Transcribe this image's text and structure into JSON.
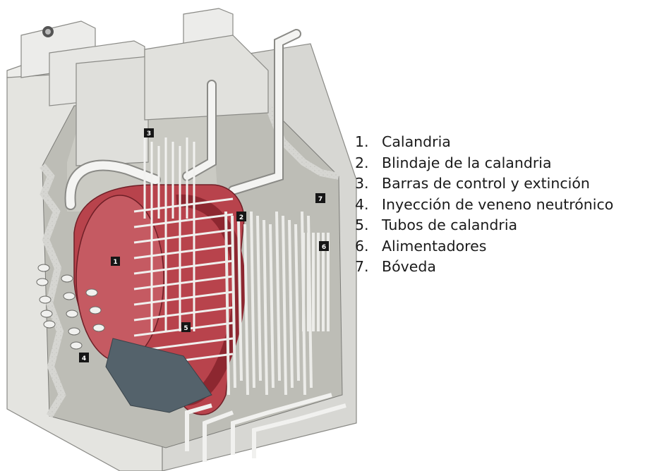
{
  "legend": {
    "items": [
      {
        "number": "1.",
        "label": "Calandria"
      },
      {
        "number": "2.",
        "label": "Blindaje de la calandria"
      },
      {
        "number": "3.",
        "label": "Barras de control y extinción"
      },
      {
        "number": "4.",
        "label": "Inyección de veneno neutrónico"
      },
      {
        "number": "5.",
        "label": "Tubos de calandria"
      },
      {
        "number": "6.",
        "label": "Alimentadores"
      },
      {
        "number": "7.",
        "label": "Bóveda"
      }
    ]
  },
  "diagram": {
    "tags": [
      {
        "label": "1",
        "name": "calandria"
      },
      {
        "label": "2",
        "name": "calandria-shield"
      },
      {
        "label": "3",
        "name": "control-rods"
      },
      {
        "label": "4",
        "name": "poison-injection"
      },
      {
        "label": "5",
        "name": "calandria-tubes"
      },
      {
        "label": "6",
        "name": "feeders"
      },
      {
        "label": "7",
        "name": "vault"
      }
    ]
  },
  "colors": {
    "calandria_red": "#b8434c",
    "concrete": "#dcdcd8",
    "concrete_dark": "#b9b9b4",
    "floor": "#54626b",
    "label_box": "#161616"
  }
}
